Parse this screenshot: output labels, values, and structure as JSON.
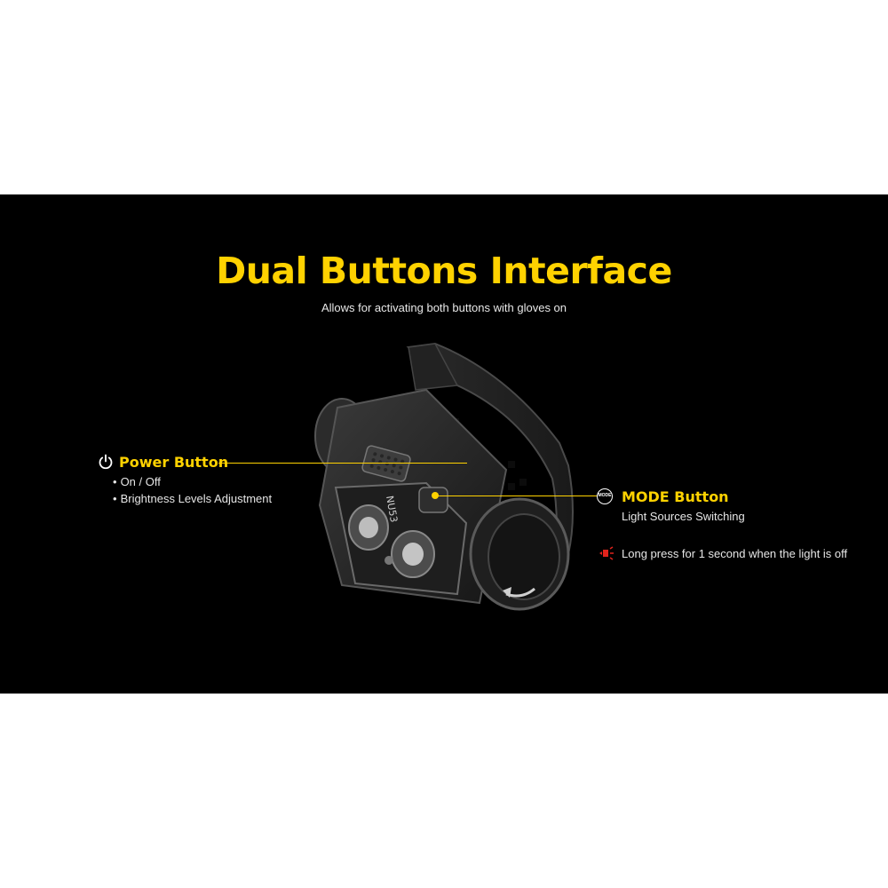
{
  "header": {
    "title": "Dual Buttons Interface",
    "subtitle": "Allows for activating both buttons with gloves on"
  },
  "device": {
    "engraving": "NU53"
  },
  "power_button": {
    "icon": "power-icon",
    "label": "Power Button",
    "features": [
      "On / Off",
      "Brightness Levels Adjustment"
    ]
  },
  "mode_button": {
    "icon": "mode-icon",
    "icon_text": "MODE",
    "label": "MODE Button",
    "description": "Light Sources Switching"
  },
  "long_press": {
    "icon": "red-light-icon",
    "text": "Long press for 1 second when the light is off"
  },
  "colors": {
    "accent": "#ffd200",
    "background": "#000000",
    "text": "#e6e6e6",
    "red_indicator": "#e0231c"
  }
}
